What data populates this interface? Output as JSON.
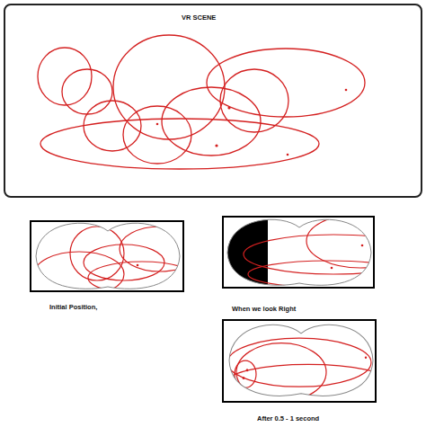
{
  "diagram": {
    "nodes": [
      {
        "text": [
          "VR SCENE"
        ]
      },
      {
        "text": [
          "Initial Position,"
        ]
      },
      {
        "text": [
          "When we look Right"
        ]
      },
      {
        "text": [
          "After 0.5 - 1 second"
        ]
      }
    ]
  }
}
